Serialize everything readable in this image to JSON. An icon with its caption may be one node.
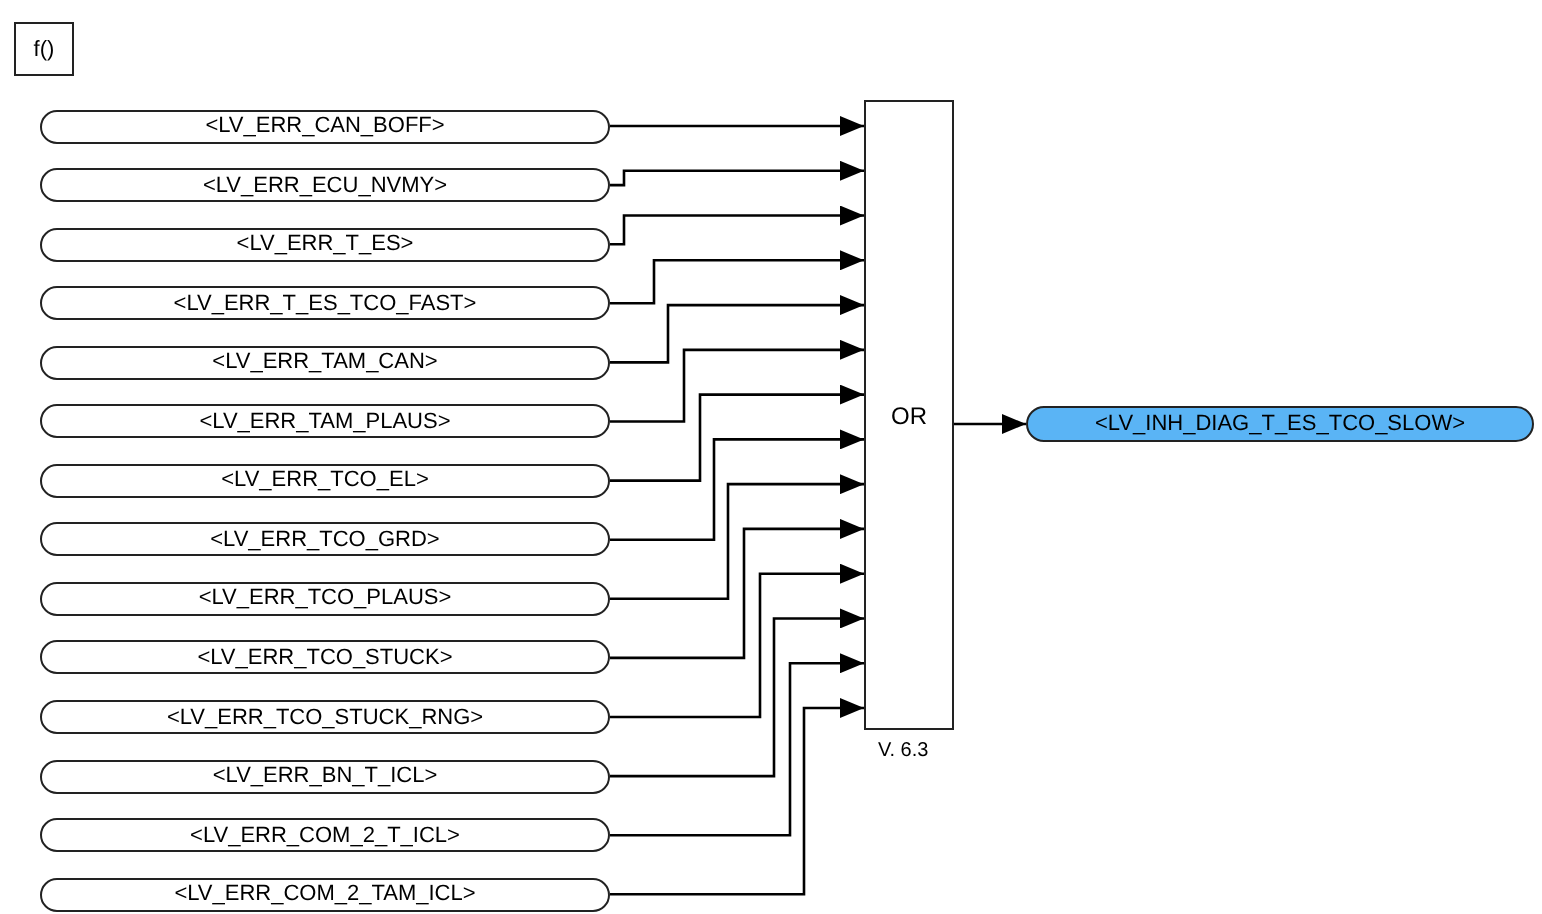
{
  "diagram": {
    "nodes": [
      {
        "text": [
          "<LV_ERR_CAN_BOFF>"
        ]
      },
      {
        "text": [
          "<LV_ERR_ECU_NVMY>"
        ]
      },
      {
        "text": [
          "<LV_ERR_T_ES>"
        ]
      },
      {
        "text": [
          "<LV_ERR_T_ES_TCO_FAST>"
        ]
      },
      {
        "text": [
          "<LV_ERR_TAM_CAN>"
        ]
      },
      {
        "text": [
          "<LV_ERR_TAM_PLAUS>"
        ]
      },
      {
        "text": [
          "<LV_ERR_TCO_EL>"
        ]
      },
      {
        "text": [
          "<LV_ERR_TCO_GRD>"
        ]
      },
      {
        "text": [
          "<LV_ERR_TCO_PLAUS>"
        ]
      },
      {
        "text": [
          "<LV_ERR_TCO_STUCK>"
        ]
      },
      {
        "text": [
          "<LV_ERR_TCO_STUCK_RNG>"
        ]
      },
      {
        "text": [
          "<LV_ERR_BN_T_ICL>"
        ]
      },
      {
        "text": [
          "<LV_ERR_COM_2_T_ICL>"
        ]
      },
      {
        "text": [
          "<LV_ERR_COM_2_TAM_ICL>"
        ]
      },
      {
        "text": [
          "OR"
        ],
        "beside": [
          "V. 6.3"
        ]
      },
      {
        "text": [
          "<LV_INH_DIAG_T_ES_TCO_SLOW>"
        ]
      }
    ],
    "edges": [
      {
        "from": 0,
        "to": 14,
        "arrow": "to"
      },
      {
        "from": 1,
        "to": 14,
        "arrow": "to"
      },
      {
        "from": 2,
        "to": 14,
        "arrow": "to"
      },
      {
        "from": 3,
        "to": 14,
        "arrow": "to"
      },
      {
        "from": 4,
        "to": 14,
        "arrow": "to"
      },
      {
        "from": 5,
        "to": 14,
        "arrow": "to"
      },
      {
        "from": 6,
        "to": 14,
        "arrow": "to"
      },
      {
        "from": 7,
        "to": 14,
        "arrow": "to"
      },
      {
        "from": 8,
        "to": 14,
        "arrow": "to"
      },
      {
        "from": 9,
        "to": 14,
        "arrow": "to"
      },
      {
        "from": 10,
        "to": 14,
        "arrow": "to"
      },
      {
        "from": 11,
        "to": 14,
        "arrow": "to"
      },
      {
        "from": 12,
        "to": 14,
        "arrow": "to"
      },
      {
        "from": 13,
        "to": 14,
        "arrow": "to"
      },
      {
        "from": 14,
        "to": 15,
        "arrow": "to"
      }
    ],
    "labels": [
      "f()"
    ]
  }
}
